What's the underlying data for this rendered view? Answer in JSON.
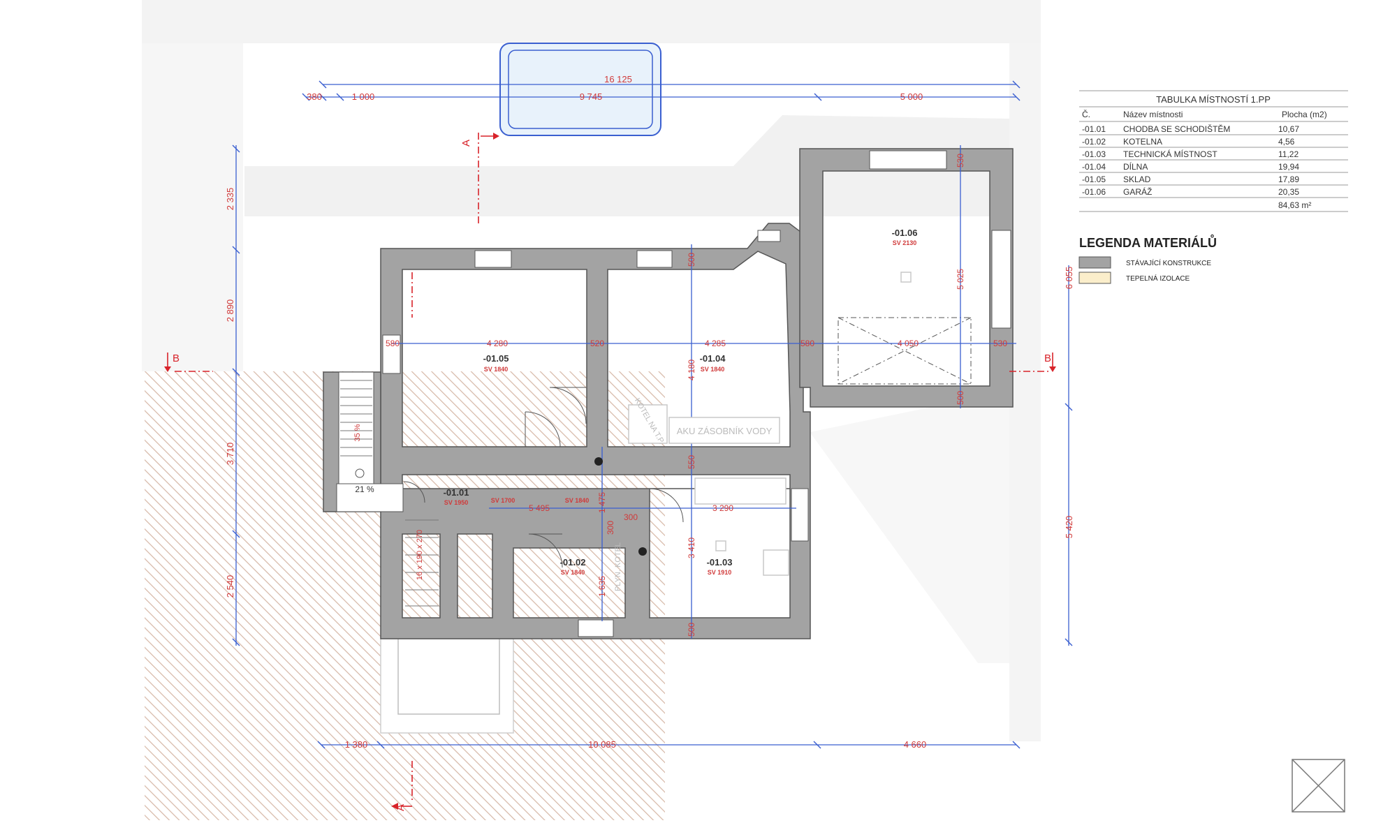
{
  "room_table": {
    "title": "TABULKA MÍSTNOSTÍ 1.PP",
    "headers": [
      "Č.",
      "Název místnosti",
      "Plocha (m2)"
    ],
    "rows": [
      [
        "-01.01",
        "CHODBA SE SCHODIŠTĚM",
        "10,67"
      ],
      [
        "-01.02",
        "KOTELNA",
        "4,56"
      ],
      [
        "-01.03",
        "TECHNICKÁ MÍSTNOST",
        "11,22"
      ],
      [
        "-01.04",
        "DÍLNA",
        "19,94"
      ],
      [
        "-01.05",
        "SKLAD",
        "17,89"
      ],
      [
        "-01.06",
        "GARÁŽ",
        "20,35"
      ]
    ],
    "total": "84,63 m²"
  },
  "legend": {
    "title": "LEGENDA MATERIÁLŮ",
    "items": [
      {
        "label": "STÁVAJÍCÍ KONSTRUKCE",
        "color": "#a3a3a3"
      },
      {
        "label": "TEPELNÁ IZOLACE",
        "color": "#fbeecb"
      }
    ]
  },
  "rooms": [
    {
      "id": "-01.05",
      "sv": "SV 1840"
    },
    {
      "id": "-01.04",
      "sv": "SV 1840"
    },
    {
      "id": "-01.06",
      "sv": "SV 2130"
    },
    {
      "id": "-01.01",
      "sv": "SV 1950"
    },
    {
      "id": "-01.02",
      "sv": "SV 1840"
    },
    {
      "id": "-01.03",
      "sv": "SV 1910"
    }
  ],
  "notes": {
    "sv_1700": "SV 1700",
    "sv_1840_corridor": "SV 1840",
    "kotel_ntp": "KOTEL NA T.P.",
    "aku": "AKU ZÁSOBNÍK VODY",
    "plyn_kotel": "PLYN. KOTEL",
    "slope_35": "35 %",
    "slope_21": "21 %",
    "stair_spec": "16 x 190 x 270"
  },
  "dimensions": {
    "top_total": "16 125",
    "top_380": "380",
    "top_1000": "1 000",
    "top_9745": "9 745",
    "top_5000": "5 000",
    "left_2335": "2 335",
    "left_2890": "2 890",
    "left_3710": "3 710",
    "left_2540": "2 540",
    "right_6055": "6 055",
    "right_5420": "5 420",
    "bottom_1380": "1 380",
    "bottom_10085": "10 085",
    "bottom_4660": "4 660",
    "w_580a": "580",
    "w_4280": "4 280",
    "w_520": "520",
    "w_4285": "4 285",
    "w_580b": "580",
    "w_4050": "4 050",
    "w_530": "530",
    "h_500a": "500",
    "h_4180": "4 180",
    "h_550": "550",
    "h_3410": "3 410",
    "h_500b": "500",
    "h_530": "530",
    "h_5025": "5 025",
    "h_500c": "500",
    "h_1475": "1 475",
    "h_1635": "1 635",
    "h_300": "300",
    "w_5495": "5 495",
    "w_300": "300",
    "w_3290": "3 290"
  },
  "sections": {
    "a": "A",
    "b": "B"
  },
  "colors": {
    "wall": "#a3a3a3",
    "dim": "#3a5fd0",
    "dimtext": "#d03a3a",
    "section": "#d8232a"
  }
}
